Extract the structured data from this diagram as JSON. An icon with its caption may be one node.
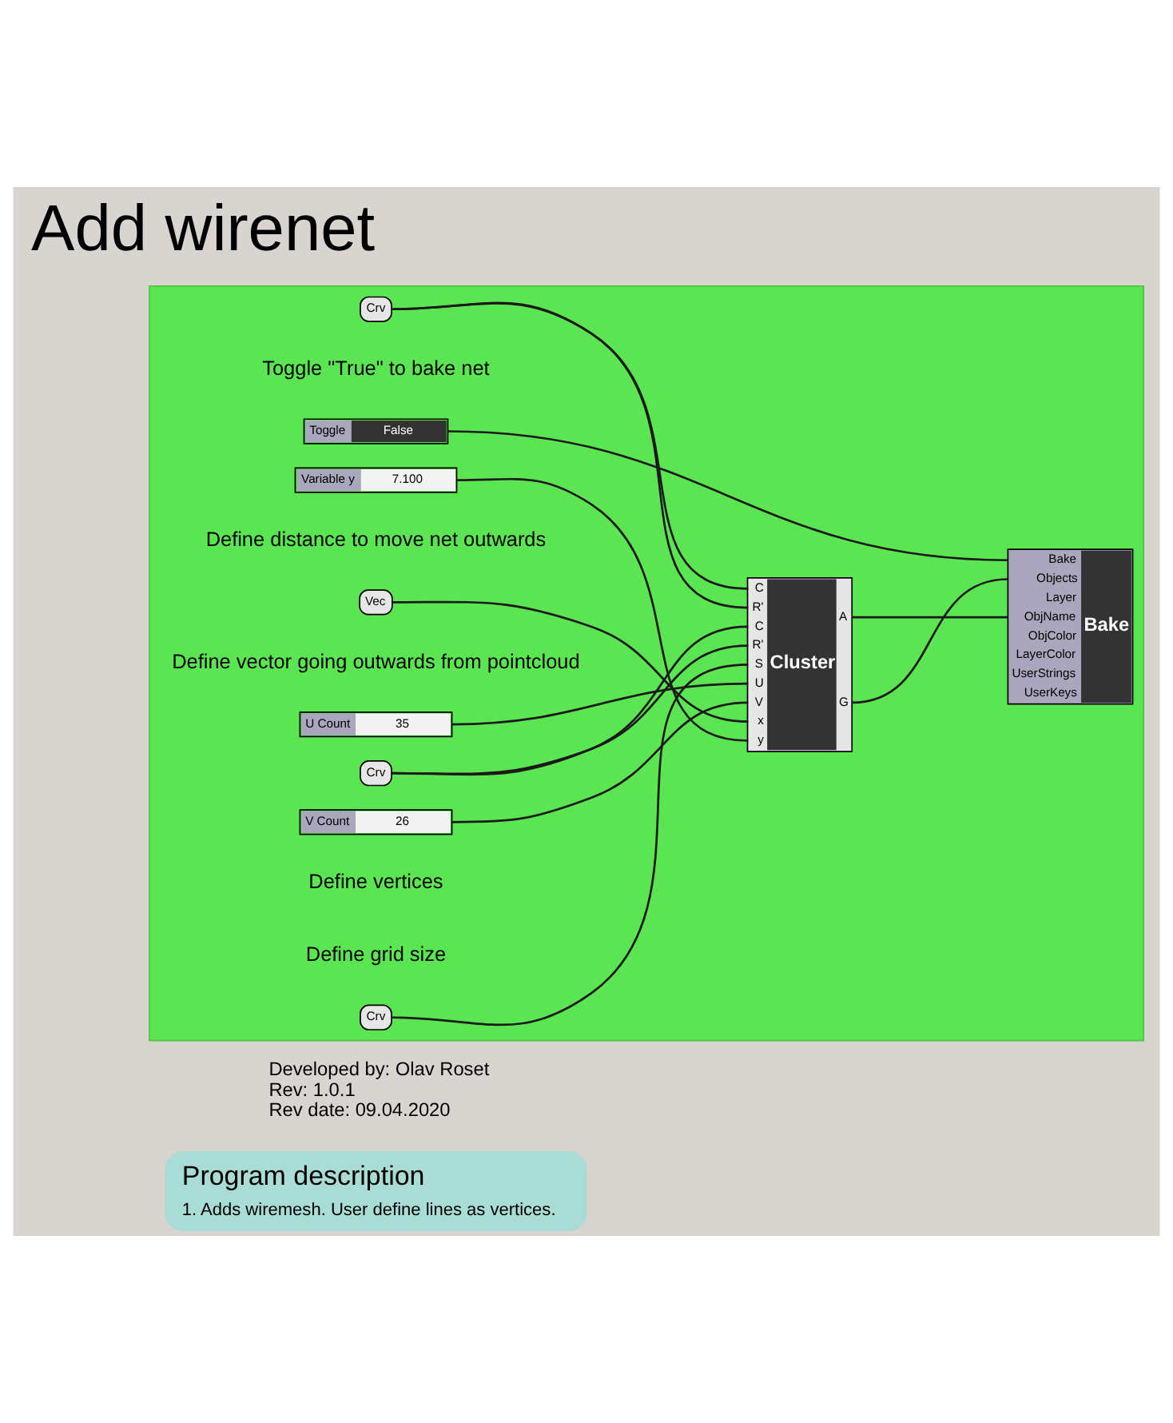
{
  "diagram": {
    "title": "Add wirenet",
    "nodes": [
      {
        "text": [
          "Program description",
          "1. Adds wiremesh. User define lines as vertices."
        ]
      },
      {
        "text": [],
        "shape": "box"
      },
      {
        "text": [
          "Crv"
        ],
        "in": 1
      },
      {
        "text": [
          "Crv"
        ],
        "in": 1
      },
      {
        "text": [
          "Crv"
        ],
        "in": 1
      },
      {
        "text": [
          "U Count",
          "35"
        ],
        "in": 1
      },
      {
        "text": [
          "V Count",
          "26"
        ],
        "in": 1
      },
      {
        "text": [
          "Vec"
        ],
        "in": 1
      },
      {
        "text": [
          "Variable y",
          "7.100"
        ],
        "in": 1
      },
      {
        "text": [
          "Toggle",
          "False"
        ],
        "in": 1
      },
      {
        "text": [
          "C",
          "R'",
          "C",
          "R'",
          "S",
          "U",
          "V",
          "x",
          "y",
          "Cluster",
          "A",
          "G"
        ],
        "in": 1
      },
      {
        "text": [
          "Bake",
          "Objects",
          "Layer",
          "ObjName",
          "ObjColor",
          "LayerColor",
          "UserStrings",
          "UserKeys",
          "Bake"
        ],
        "in": 1
      }
    ],
    "edges": [
      {
        "from": 2,
        "to": 10,
        "arrow": "none"
      },
      {
        "from": 2,
        "to": 10,
        "arrow": "none"
      },
      {
        "from": 3,
        "to": 10,
        "arrow": "none"
      },
      {
        "from": 3,
        "to": 10,
        "arrow": "none"
      },
      {
        "from": 4,
        "to": 10,
        "arrow": "none"
      },
      {
        "from": 5,
        "to": 10,
        "arrow": "none"
      },
      {
        "from": 6,
        "to": 10,
        "arrow": "none"
      },
      {
        "from": 7,
        "to": 10,
        "arrow": "none"
      },
      {
        "from": 8,
        "to": 10,
        "arrow": "none"
      },
      {
        "from": 9,
        "to": 11,
        "arrow": "none"
      },
      {
        "from": 10,
        "to": 11,
        "arrow": "none"
      },
      {
        "from": 10,
        "to": 11,
        "arrow": "none"
      }
    ],
    "labels": [
      "Developed by: Olav Roset",
      "Rev: 1.0.1",
      "Rev date: 09.04.2020",
      "Define vertices",
      "Define grid size",
      "Define vector going outwards from pointcloud",
      "Define distance to move net outwards",
      "Toggle \"True\" to bake net"
    ]
  }
}
